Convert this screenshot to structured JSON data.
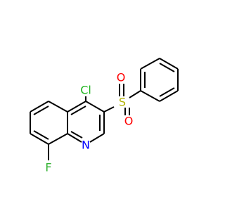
{
  "molecule": {
    "atoms": {
      "cl": {
        "label": "Cl",
        "color": "#1fb51f"
      },
      "s": {
        "label": "S",
        "color": "#b2b200"
      },
      "o1": {
        "label": "O",
        "color": "#ff0000"
      },
      "o2": {
        "label": "O",
        "color": "#ff0000"
      },
      "n": {
        "label": "N",
        "color": "#0000ff"
      },
      "f": {
        "label": "F",
        "color": "#32b232"
      }
    }
  }
}
